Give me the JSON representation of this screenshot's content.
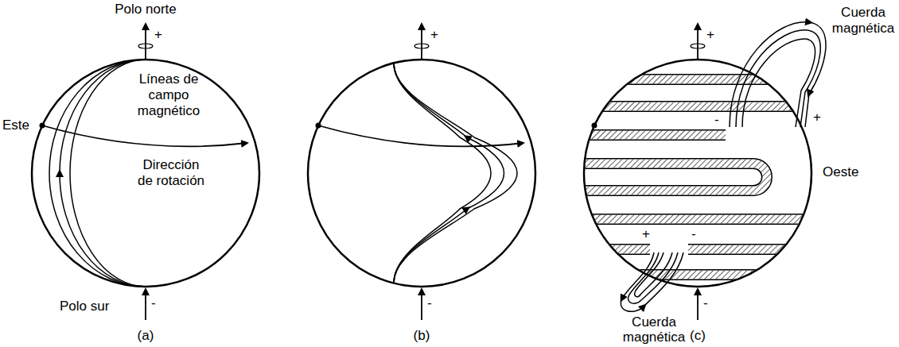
{
  "diagram": {
    "labels": [
      "Polo norte",
      "+",
      "Cuerda magnética",
      "+",
      "+",
      "Líneas de campo magnético",
      "Este",
      "Oeste",
      "-",
      "+",
      "Dirección de rotación",
      "+",
      "-",
      "Polo sur",
      "-",
      "-",
      "-",
      "(a)",
      "(b)",
      "(c)",
      "Cuerda magnética"
    ]
  }
}
